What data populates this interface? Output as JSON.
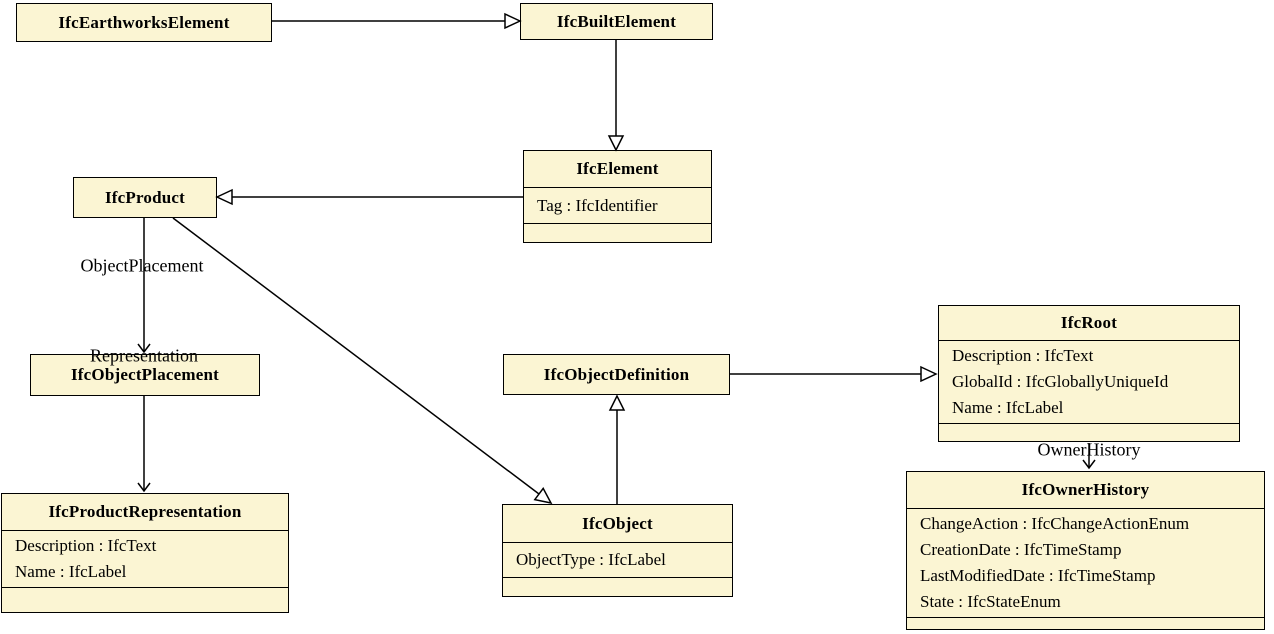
{
  "diagram": {
    "colors": {
      "background": "#FFFFFF",
      "box_fill": "#FBF5D3",
      "box_border": "#000000",
      "text": "#000000"
    },
    "classes": [
      {
        "name": "IfcEarthworksElement",
        "attributes": []
      },
      {
        "name": "IfcBuiltElement",
        "attributes": []
      },
      {
        "name": "IfcElement",
        "attributes": [
          "Tag : IfcIdentifier"
        ]
      },
      {
        "name": "IfcProduct",
        "attributes": []
      },
      {
        "name": "IfcObjectPlacement",
        "attributes": []
      },
      {
        "name": "IfcProductRepresentation",
        "attributes": [
          "Description : IfcText",
          "Name : IfcLabel"
        ]
      },
      {
        "name": "IfcObjectDefinition",
        "attributes": []
      },
      {
        "name": "IfcObject",
        "attributes": [
          "ObjectType : IfcLabel"
        ]
      },
      {
        "name": "IfcRoot",
        "attributes": [
          "Description : IfcText",
          "GlobalId : IfcGloballyUniqueId",
          "Name : IfcLabel"
        ]
      },
      {
        "name": "IfcOwnerHistory",
        "attributes": [
          "ChangeAction : IfcChangeActionEnum",
          "CreationDate : IfcTimeStamp",
          "LastModifiedDate : IfcTimeStamp",
          "State : IfcStateEnum"
        ]
      }
    ],
    "edges": [
      {
        "from": "IfcEarthworksElement",
        "to": "IfcBuiltElement",
        "type": "inheritance",
        "label": ""
      },
      {
        "from": "IfcBuiltElement",
        "to": "IfcElement",
        "type": "inheritance",
        "label": ""
      },
      {
        "from": "IfcElement",
        "to": "IfcProduct",
        "type": "inheritance",
        "label": ""
      },
      {
        "from": "IfcProduct",
        "to": "IfcObject",
        "type": "inheritance",
        "label": ""
      },
      {
        "from": "IfcObject",
        "to": "IfcObjectDefinition",
        "type": "inheritance",
        "label": ""
      },
      {
        "from": "IfcObjectDefinition",
        "to": "IfcRoot",
        "type": "inheritance",
        "label": ""
      },
      {
        "from": "IfcProduct",
        "to": "IfcObjectPlacement",
        "type": "association",
        "label": "ObjectPlacement"
      },
      {
        "from": "IfcObjectPlacement",
        "to": "IfcProductRepresentation",
        "type": "association",
        "label": "Representation"
      },
      {
        "from": "IfcRoot",
        "to": "IfcOwnerHistory",
        "type": "association",
        "label": "OwnerHistory"
      }
    ]
  }
}
